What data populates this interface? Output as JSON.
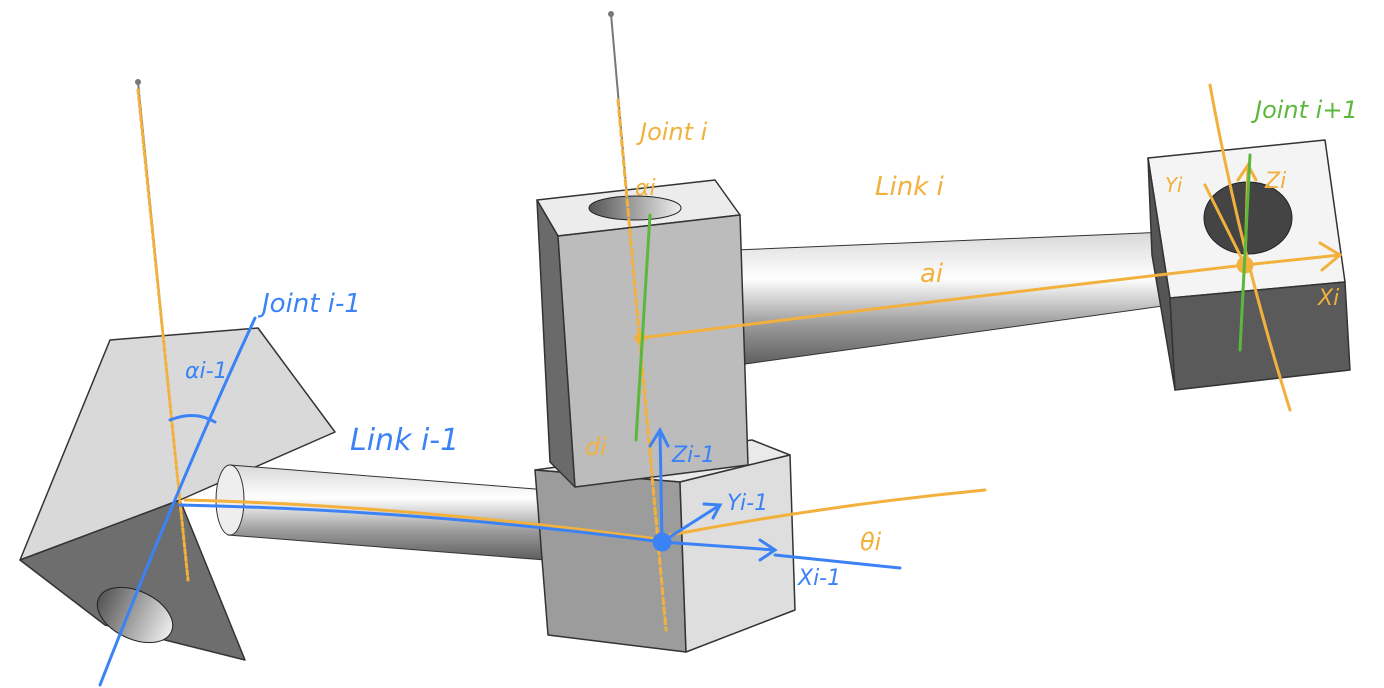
{
  "colors": {
    "frame_i_minus_1": "#3b82f6",
    "frame_i": "#f2b13c",
    "joint_i_plus_1": "#5cb83a",
    "metal_light": "#e4e4e4",
    "metal_dark": "#8a8a8a"
  },
  "labels": {
    "joint_i_minus_1": "Joint i-1",
    "alpha_i_minus_1": "αi-1",
    "link_i_minus_1": "Link i-1",
    "z_i_minus_1": "Zi-1",
    "y_i_minus_1": "Yi-1",
    "x_i_minus_1": "Xi-1",
    "theta_i": "θi",
    "d_i": "di",
    "joint_i": "Joint i",
    "alpha_i": "αi",
    "link_i": "Link i",
    "a_i": "ai",
    "joint_i_plus_1": "Joint i+1",
    "y_i": "Yi",
    "z_i": "Zi",
    "x_i": "Xi"
  }
}
